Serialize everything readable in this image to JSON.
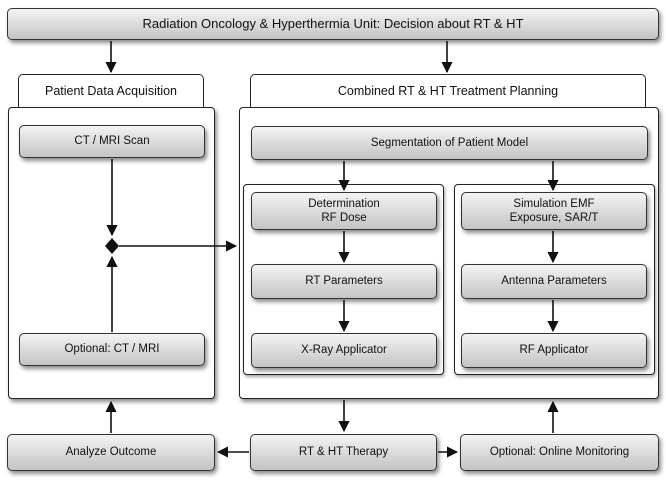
{
  "top_banner": "Radiation Oncology & Hyperthermia Unit: Decision about RT & HT",
  "left_panel": {
    "title": "Patient Data Acquisition",
    "ct_mri_scan": "CT / MRI Scan",
    "optional_ct_mri": "Optional: CT / MRI"
  },
  "right_panel": {
    "title": "Combined RT & HT Treatment Planning",
    "segmentation": "Segmentation of Patient Model",
    "rt_branch": {
      "determination": "Determination\nRF Dose",
      "rt_parameters": "RT Parameters",
      "xray_applicator": "X-Ray Applicator"
    },
    "ht_branch": {
      "simulation": "Simulation EMF\nExposure, SAR/T",
      "antenna_parameters": "Antenna Parameters",
      "rf_applicator": "RF Applicator"
    }
  },
  "bottom_row": {
    "analyze_outcome": "Analyze Outcome",
    "therapy": "RT & HT Therapy",
    "online_monitoring": "Optional: Online Monitoring"
  }
}
